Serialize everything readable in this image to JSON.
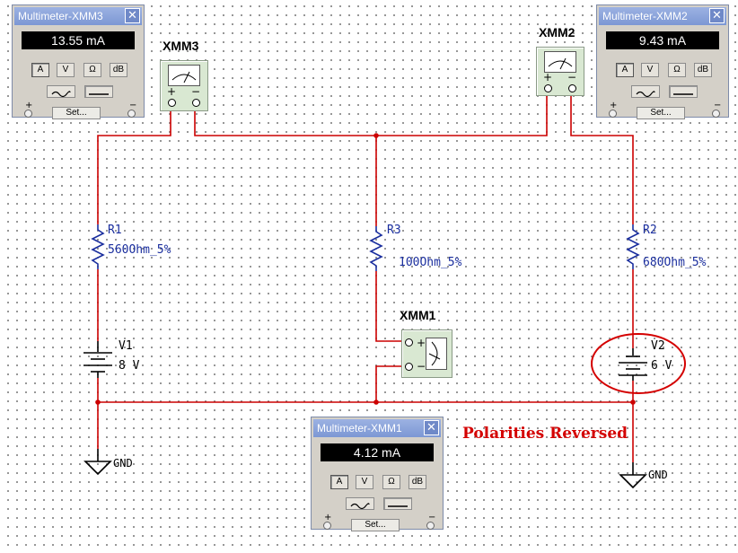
{
  "instruments": [
    {
      "id": "xmm3",
      "title": "Multimeter-XMM3",
      "reading": "13.55 mA",
      "close": "✕",
      "buttons": [
        "A",
        "V",
        "Ω",
        "dB"
      ],
      "set": "Set...",
      "plus": "+",
      "minus": "−"
    },
    {
      "id": "xmm2",
      "title": "Multimeter-XMM2",
      "reading": "9.43 mA",
      "close": "✕",
      "buttons": [
        "A",
        "V",
        "Ω",
        "dB"
      ],
      "set": "Set...",
      "plus": "+",
      "minus": "−"
    },
    {
      "id": "xmm1",
      "title": "Multimeter-XMM1",
      "reading": "4.12 mA",
      "close": "✕",
      "buttons": [
        "A",
        "V",
        "Ω",
        "dB"
      ],
      "set": "Set...",
      "plus": "+",
      "minus": "−"
    }
  ],
  "meters": {
    "xmm3": "XMM3",
    "xmm2": "XMM2",
    "xmm1": "XMM1"
  },
  "components": {
    "r1": {
      "ref": "R1",
      "value": "560Ohm_5%"
    },
    "r3": {
      "ref": "R3",
      "value": "100Ohm_5%"
    },
    "r2": {
      "ref": "R2",
      "value": "680Ohm_5%"
    },
    "v1": {
      "ref": "V1",
      "value": "8 V"
    },
    "v2": {
      "ref": "V2",
      "value": "6 V"
    }
  },
  "ground": {
    "label": "GND"
  },
  "annotation": {
    "text": "Polarities Reversed",
    "color": "#d40000"
  },
  "colors": {
    "wire": "#cc0000",
    "label": "#1a2e9e",
    "title_bar": "#7c97d4"
  }
}
